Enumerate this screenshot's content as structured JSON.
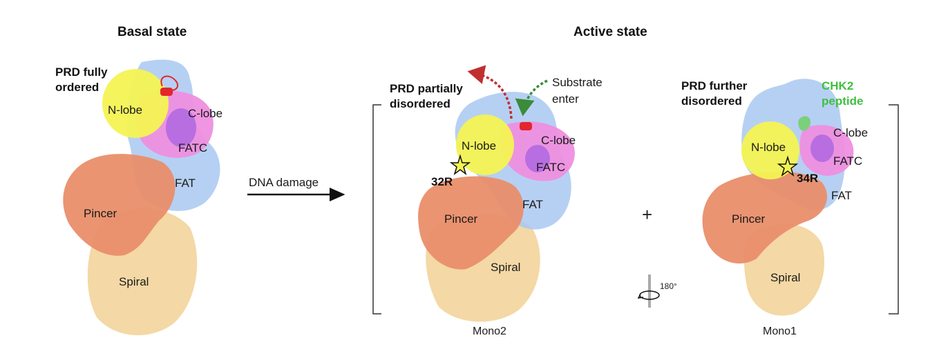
{
  "headings": {
    "basal": "Basal state",
    "active": "Active state"
  },
  "arrow": {
    "label": "DNA damage"
  },
  "basal": {
    "prd": [
      "PRD fully",
      "ordered"
    ],
    "nlobe": "N-lobe",
    "clobe": "C-lobe",
    "fatc": "FATC",
    "fat": "FAT",
    "pincer": "Pincer",
    "spiral": "Spiral"
  },
  "mono2": {
    "prd": [
      "PRD partially",
      "disordered"
    ],
    "substrate": [
      "Substrate",
      "enter"
    ],
    "nlobe": "N-lobe",
    "clobe": "C-lobe",
    "fatc": "FATC",
    "fat": "FAT",
    "pincer": "Pincer",
    "spiral": "Spiral",
    "residue": "32R",
    "caption": "Mono2"
  },
  "mono1": {
    "prd": [
      "PRD further",
      "disordered"
    ],
    "peptide": [
      "CHK2",
      "peptide"
    ],
    "nlobe": "N-lobe",
    "clobe": "C-lobe",
    "fatc": "FATC",
    "fat": "FAT",
    "pincer": "Pincer",
    "spiral": "Spiral",
    "residue": "34R",
    "caption": "Mono1"
  },
  "plus": "+",
  "rotation": "180°",
  "colors": {
    "nlobe": "#f4f353",
    "clobe": "#ee8fdf",
    "fat": "#a9c8f1",
    "pincer": "#e98e6a",
    "spiral": "#f3d49b",
    "prd": "#e3262b",
    "fatc": "#a35ee1",
    "peptide": "#7bd07b",
    "substrate_arrow": "#3a8c3a",
    "exit_arrow": "#c0302f"
  }
}
